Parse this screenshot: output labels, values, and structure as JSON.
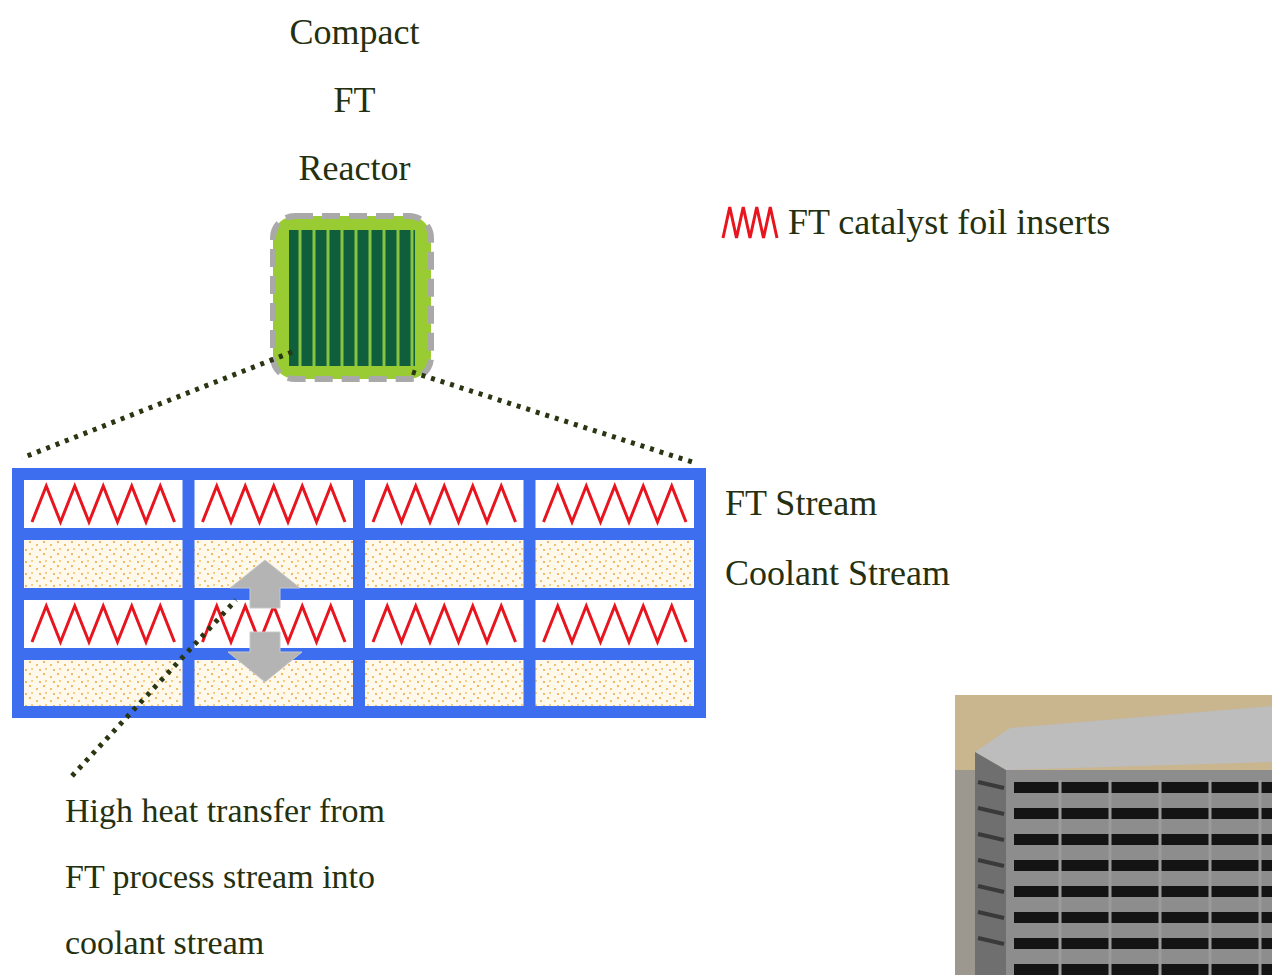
{
  "diagram": {
    "title": "Compact FT Reactor",
    "labels": [
      "FT Stream",
      "Coolant Stream",
      "High heat transfer from FT process stream into coolant stream"
    ],
    "legend": [
      {
        "text": "FT catalyst foil inserts"
      }
    ]
  }
}
